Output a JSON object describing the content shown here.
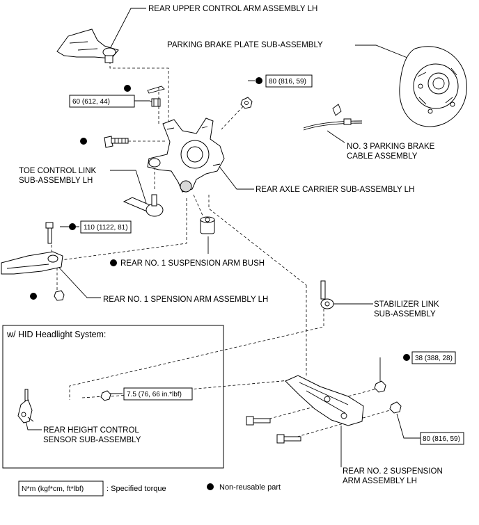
{
  "colors": {
    "ink": "#000000",
    "background": "#ffffff",
    "part_fill": "#ffffff",
    "shade": "#d9d9d9"
  },
  "parts": {
    "upper_arm": "REAR UPPER CONTROL ARM ASSEMBLY LH",
    "brake_plate": "PARKING BRAKE PLATE SUB-ASSEMBLY",
    "brake_cable_1": "NO. 3 PARKING BRAKE",
    "brake_cable_2": "CABLE ASSEMBLY",
    "toe_link_1": "TOE CONTROL LINK",
    "toe_link_2": "SUB-ASSEMBLY LH",
    "axle_carrier": "REAR AXLE CARRIER SUB-ASSEMBLY LH",
    "bush": "REAR NO. 1 SUSPENSION ARM BUSH",
    "no1_arm": "REAR NO. 1 SPENSION ARM ASSEMBLY LH",
    "stab_link_1": "STABILIZER LINK",
    "stab_link_2": "SUB-ASSEMBLY",
    "height_sensor_1": "REAR HEIGHT CONTROL",
    "height_sensor_2": "SENSOR SUB-ASSEMBLY",
    "no2_arm_1": "REAR NO. 2 SUSPENSION",
    "no2_arm_2": "ARM ASSEMBLY LH"
  },
  "torques": {
    "nut_80_top": "80 (816, 59)",
    "nut_60": "60 (612, 44)",
    "bolt_110": "110 (1122, 81)",
    "sensor_nut": "7.5 (76, 66 in.*lbf)",
    "nut_38": "38 (388, 28)",
    "nut_80_bottom": "80 (816, 59)"
  },
  "inset": {
    "title": "w/ HID Headlight System:"
  },
  "legend": {
    "unit": "N*m (kgf*cm, ft*lbf)",
    "specified": ": Specified torque",
    "non_reusable": "Non-reusable part"
  },
  "icons": [
    "non-reusable-part-dot-icon"
  ]
}
